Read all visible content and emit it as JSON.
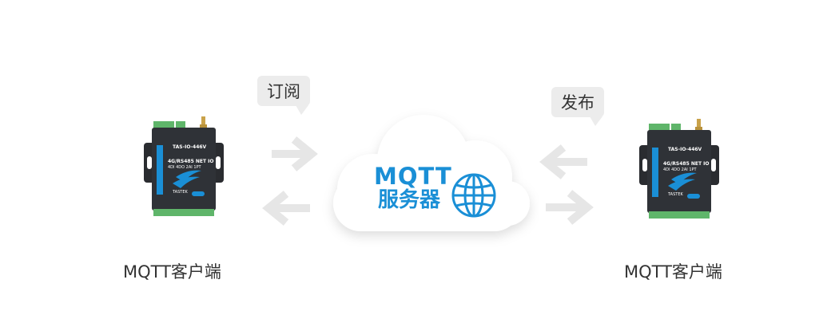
{
  "diagram": {
    "subscribe_label": "订阅",
    "publish_label": "发布",
    "server": {
      "line1": "MQTT",
      "line2": "服务器"
    },
    "left_client_label": "MQTT客户端",
    "right_client_label": "MQTT客户端",
    "device": {
      "model": "TAS-IO-446V",
      "line2": "4G/RS485 NET IO",
      "line3": "4DI 4DO 2AI 1PT",
      "brand": "TASTEK"
    },
    "colors": {
      "accent": "#1a8fd6",
      "arrow": "#e6e6e6",
      "bubble": "#ececec",
      "device_body": "#2f3237",
      "terminal": "#5fb56a"
    }
  }
}
